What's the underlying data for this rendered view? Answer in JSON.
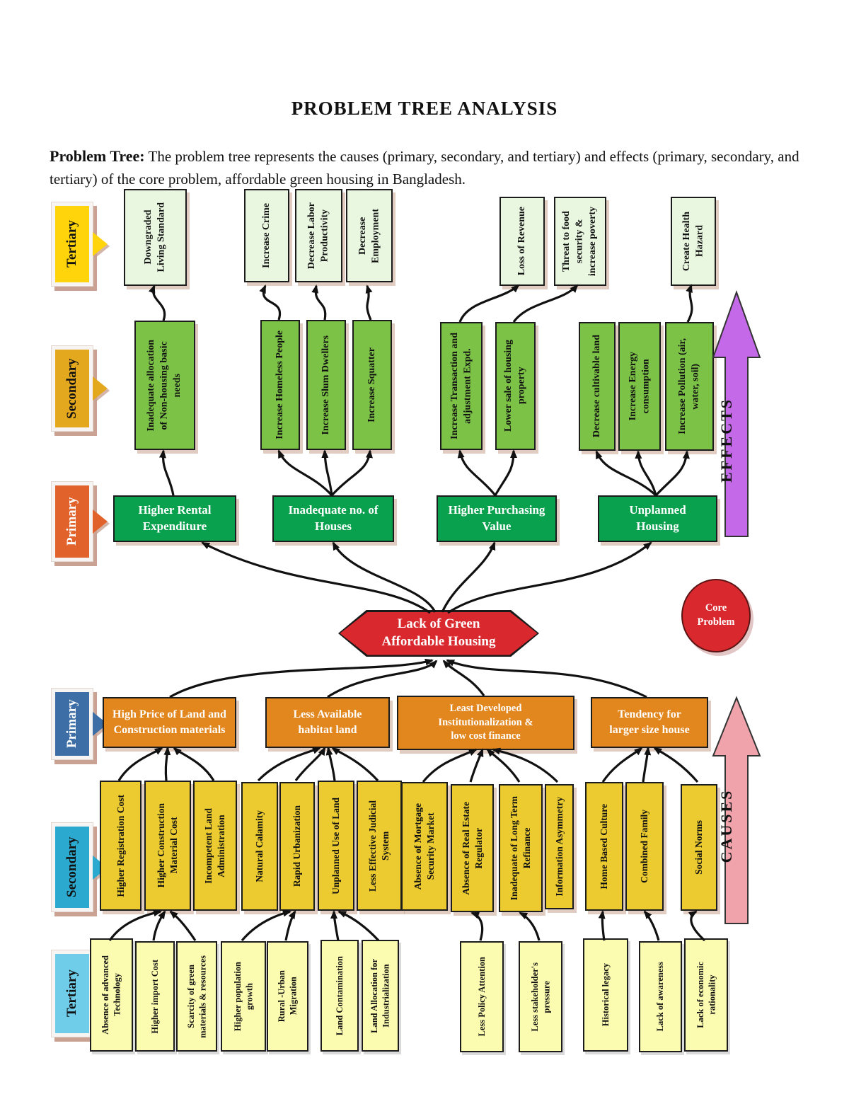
{
  "page": {
    "title": "PROBLEM TREE ANALYSIS",
    "description_label": "Problem Tree:",
    "description_text": "The problem tree represents the causes (primary, secondary, and tertiary) and effects (primary, secondary, and tertiary) of the core problem, affordable green housing in Bangladesh."
  },
  "core": {
    "problem": "Lack of Green\nAffordable Housing",
    "legend": "Core\nProblem"
  },
  "effects": {
    "arrow_label": "EFFECTS",
    "level_labels": [
      "Tertiary",
      "Secondary",
      "Primary"
    ],
    "tertiary": [
      "Downgraded\nLiving Standard",
      "Increase Crime",
      "Decrease Labor\nProductivity",
      "Decrease\nEmployment",
      "Loss of Revenue",
      "Threat to food\nsecurity &\nincrease poverty",
      "Create Health\nHazard"
    ],
    "secondary": [
      "Inadequate allocation\nof Non-housing basic\nneeds",
      "Increase Homeless People",
      "Increase Slum Dwellers",
      "Increase Squatter",
      "Increase Transaction and\nadjustment Expd.",
      "Lower sale of housing\nproperty",
      "Decrease cultivable land",
      "Increase Energy\nconsumption",
      "Increase Pollution (air,\nwater, soil)"
    ],
    "primary": [
      "Higher Rental\nExpenditure",
      "Inadequate no. of\nHouses",
      "Higher Purchasing\nValue",
      "Unplanned\nHousing"
    ]
  },
  "causes": {
    "arrow_label": "CAUSES",
    "level_labels": [
      "Primary",
      "Secondary",
      "Tertiary"
    ],
    "primary": [
      "High Price of Land and\nConstruction materials",
      "Less Available\nhabitat land",
      "Least Developed\nInstitutionalization &\nlow cost finance",
      "Tendency for\nlarger size house"
    ],
    "secondary": [
      "Higher Registration Cost",
      "Higher Construction\nMaterial Cost",
      "Incompetent Land\nAdministration",
      "Natural Calamity",
      "Rapid Urbanization",
      "Unplanned Use of Land",
      "Less Effective Judicial\nSystem",
      "Absence of Mortgage\nSecurity Market",
      "Absence of Real Estate\nRegulator",
      "Inadequate of Long Term\nRefinance",
      "Information Asymmetry",
      "Home Based Culture",
      "Combined Family",
      "Social Norms"
    ],
    "tertiary": [
      "Absence of advanced\nTechnology",
      "Higher import Cost",
      "Scarcity of green\nmaterials & resources",
      "Higher population\ngrowth",
      "Rural -Urban\nMigration",
      "Land Contamination",
      "Land Allocation for\nIndustrialization",
      "Less Policy Attention",
      "Less stakeholder's\npressure",
      "Historical legacy",
      "Lack of  awareness",
      "Lack of  economic\nrationality"
    ]
  },
  "colors": {
    "tertiary_effect_fill": "#E9F7E1",
    "secondary_effect_fill": "#7CC247",
    "primary_effect_fill": "#09A04E",
    "core_fill": "#D9282E",
    "primary_cause_fill": "#E2861E",
    "secondary_cause_fill": "#EBCB30",
    "tertiary_cause_fill": "#FCFCB0",
    "effects_arrow_fill": "#C46AE8",
    "causes_arrow_fill": "#F1A3AC",
    "effects_level_tab_fills": [
      "#FFD40A",
      "#E3A81E",
      "#E2622B"
    ],
    "causes_level_tab_fills": [
      "#3D6FA6",
      "#2BA9CF",
      "#6FCDE9"
    ]
  }
}
